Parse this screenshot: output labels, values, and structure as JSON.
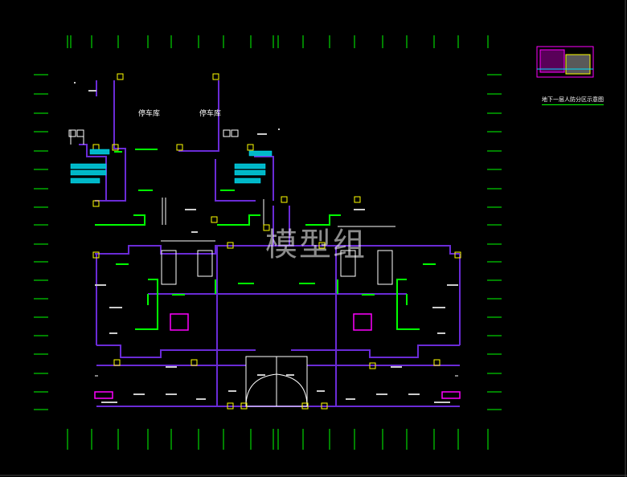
{
  "drawing": {
    "room_labels": [
      "停车库",
      "停车库"
    ],
    "keyplan_title": "地下一层人防分区示意图",
    "watermark": "模型组"
  },
  "colors": {
    "background": "#000000",
    "wall_purple": "#6a2bd6",
    "green": "#00ff00",
    "yellow": "#ffff00",
    "cyan": "#00e5ff",
    "magenta": "#ff00ff",
    "white": "#ffffff"
  }
}
